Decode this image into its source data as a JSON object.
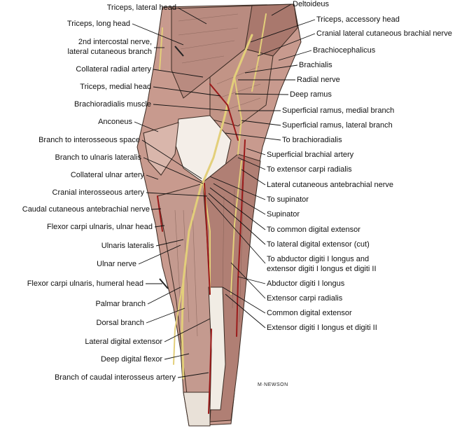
{
  "labels_left": [
    "Triceps, lateral head",
    "Triceps, long head",
    "2nd intercostal nerve,",
    "lateral cutaneous branch",
    "Collateral radial artery",
    "Triceps, medial head",
    "Brachioradialis muscle",
    "Anconeus",
    "Branch to interosseous space",
    "Branch to ulnaris lateralis",
    "Collateral ulnar artery",
    "Cranial interosseous artery",
    "Caudal cutaneous antebrachial nerve",
    "Flexor carpi ulnaris, ulnar head",
    "Ulnaris lateralis",
    "Ulnar nerve",
    "Flexor carpi ulnaris, humeral head",
    "Palmar branch",
    "Dorsal branch",
    "Lateral digital extensor",
    "Deep digital flexor",
    "Branch of caudal interosseus artery"
  ],
  "labels_right": [
    "Deltoideus",
    "Triceps, accessory head",
    "Cranial lateral cutaneous brachial nerve",
    "Brachiocephalicus",
    "Brachialis",
    "Radial nerve",
    "Deep ramus",
    "Superficial ramus, medial branch",
    "Superficial ramus, lateral branch",
    "To brachioradialis",
    "Superficial brachial artery",
    "To extensor carpi radialis",
    "Lateral cutaneous antebrachial nerve",
    "To supinator",
    "Supinator",
    "To common digital extensor",
    "To lateral digital extensor (cut)",
    "To abductor digiti I longus and",
    "extensor digiti I longus et digiti II",
    "Abductor digiti I longus",
    "Extensor carpi radialis",
    "Common digital extensor",
    "Extensor digiti I longus et digiti II"
  ],
  "signature": "M·NEWSON",
  "colors": {
    "muscle": "#b98b80",
    "muscle_light": "#d9b6ab",
    "tendon": "#f1ece4",
    "nerve": "#e3cf7a",
    "artery": "#9b1b1b",
    "outline": "#3a2a22"
  }
}
